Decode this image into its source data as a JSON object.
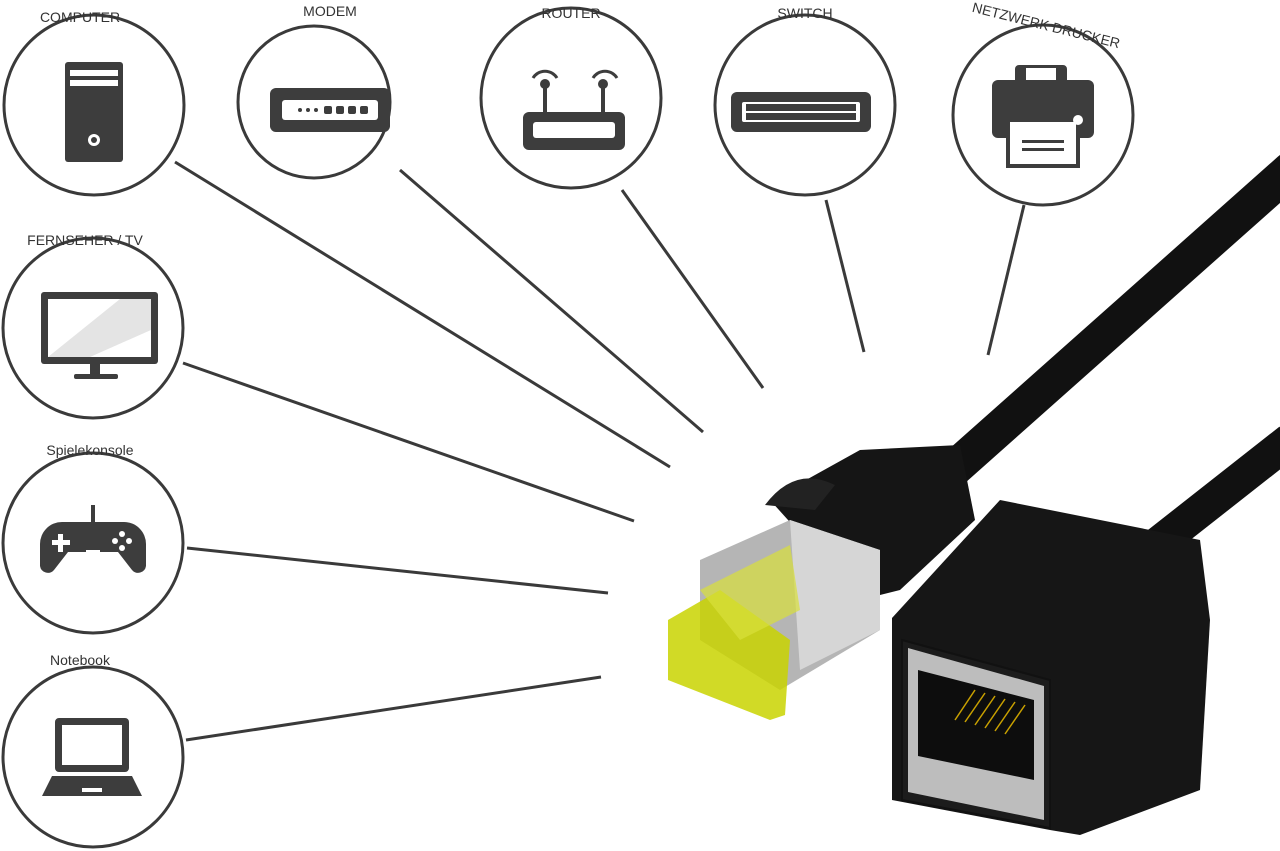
{
  "devices": [
    {
      "id": "computer",
      "label": "COMPUTER"
    },
    {
      "id": "modem",
      "label": "MODEM"
    },
    {
      "id": "router",
      "label": "ROUTER"
    },
    {
      "id": "switch",
      "label": "SWITCH"
    },
    {
      "id": "printer",
      "label": "NETZWERK DRUCKER"
    },
    {
      "id": "tv",
      "label": "FERNSEHER / TV"
    },
    {
      "id": "console",
      "label": "Spielekonsole"
    },
    {
      "id": "notebook",
      "label": "Notebook"
    }
  ],
  "colors": {
    "outline": "#3a3a3a",
    "cable": "#111111",
    "contacts": "#c9d400",
    "shield": "#b8b8b8"
  }
}
